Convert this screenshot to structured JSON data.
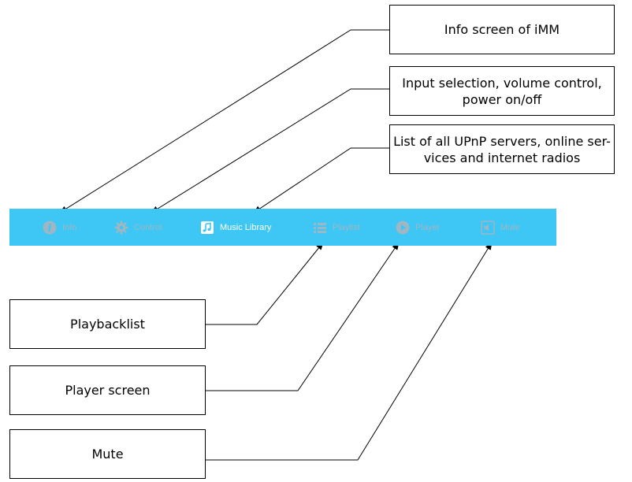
{
  "callouts": {
    "info": "Info screen of iMM",
    "control": "Input selection, volume control, power on/off",
    "library_line1": "List of all UPnP servers, online ser-",
    "library_line2": "vices and internet radios",
    "playlist": "Playbacklist",
    "player": "Player screen",
    "mute": "Mute"
  },
  "tabbar": {
    "background": "#3ec7f4",
    "inactive_color": "#9fb6c4",
    "active_color": "#ffffff",
    "active_tab": "music_library",
    "tabs": {
      "info": {
        "label": "Info",
        "icon": "info-icon"
      },
      "control": {
        "label": "Control",
        "icon": "gear-icon"
      },
      "music_library": {
        "label": "Music Library",
        "icon": "music-note-icon"
      },
      "playlist": {
        "label": "Playlist",
        "icon": "list-icon"
      },
      "player": {
        "label": "Player",
        "icon": "play-icon"
      },
      "mute": {
        "label": "Mute",
        "icon": "mute-icon"
      }
    }
  }
}
